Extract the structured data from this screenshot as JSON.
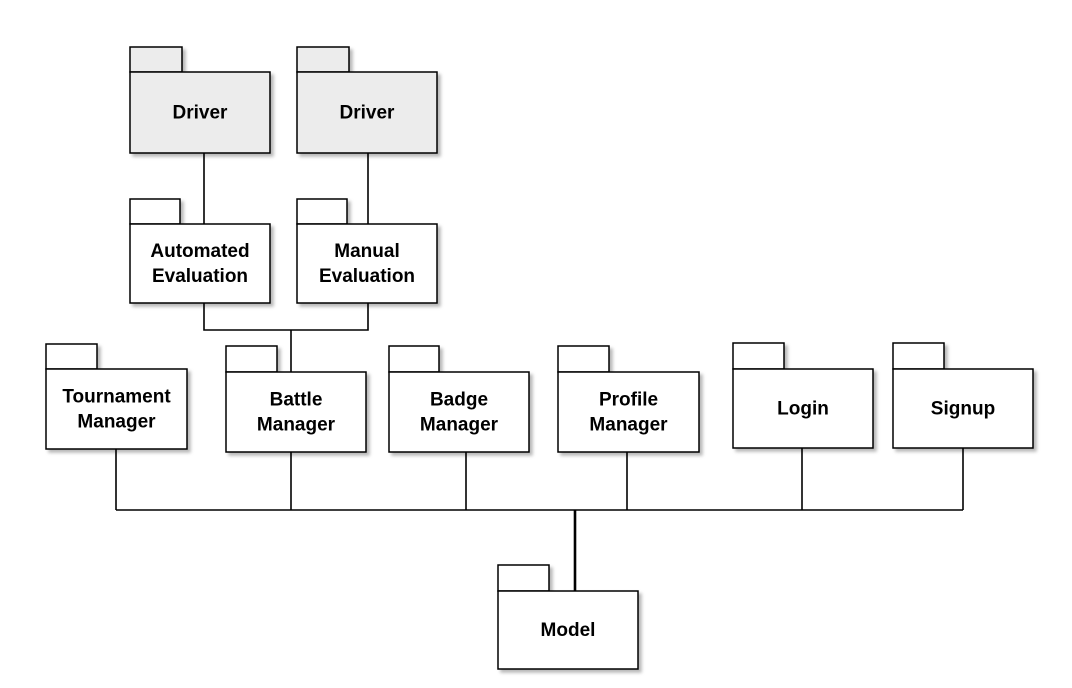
{
  "diagram": {
    "colors": {
      "driver_fill": "#ececec",
      "package_fill": "#ffffff",
      "stroke": "#000000",
      "shadow": "#bdbdbd"
    },
    "packages": {
      "driver_1": {
        "lines": [
          "Driver"
        ]
      },
      "driver_2": {
        "lines": [
          "Driver"
        ]
      },
      "automated_evaluation": {
        "lines": [
          "Automated",
          "Evaluation"
        ]
      },
      "manual_evaluation": {
        "lines": [
          "Manual",
          "Evaluation"
        ]
      },
      "tournament_manager": {
        "lines": [
          "Tournament",
          "Manager"
        ]
      },
      "battle_manager": {
        "lines": [
          "Battle",
          "Manager"
        ]
      },
      "badge_manager": {
        "lines": [
          "Badge",
          "Manager"
        ]
      },
      "profile_manager": {
        "lines": [
          "Profile",
          "Manager"
        ]
      },
      "login": {
        "lines": [
          "Login"
        ]
      },
      "signup": {
        "lines": [
          "Signup"
        ]
      },
      "model": {
        "lines": [
          "Model"
        ]
      }
    }
  }
}
